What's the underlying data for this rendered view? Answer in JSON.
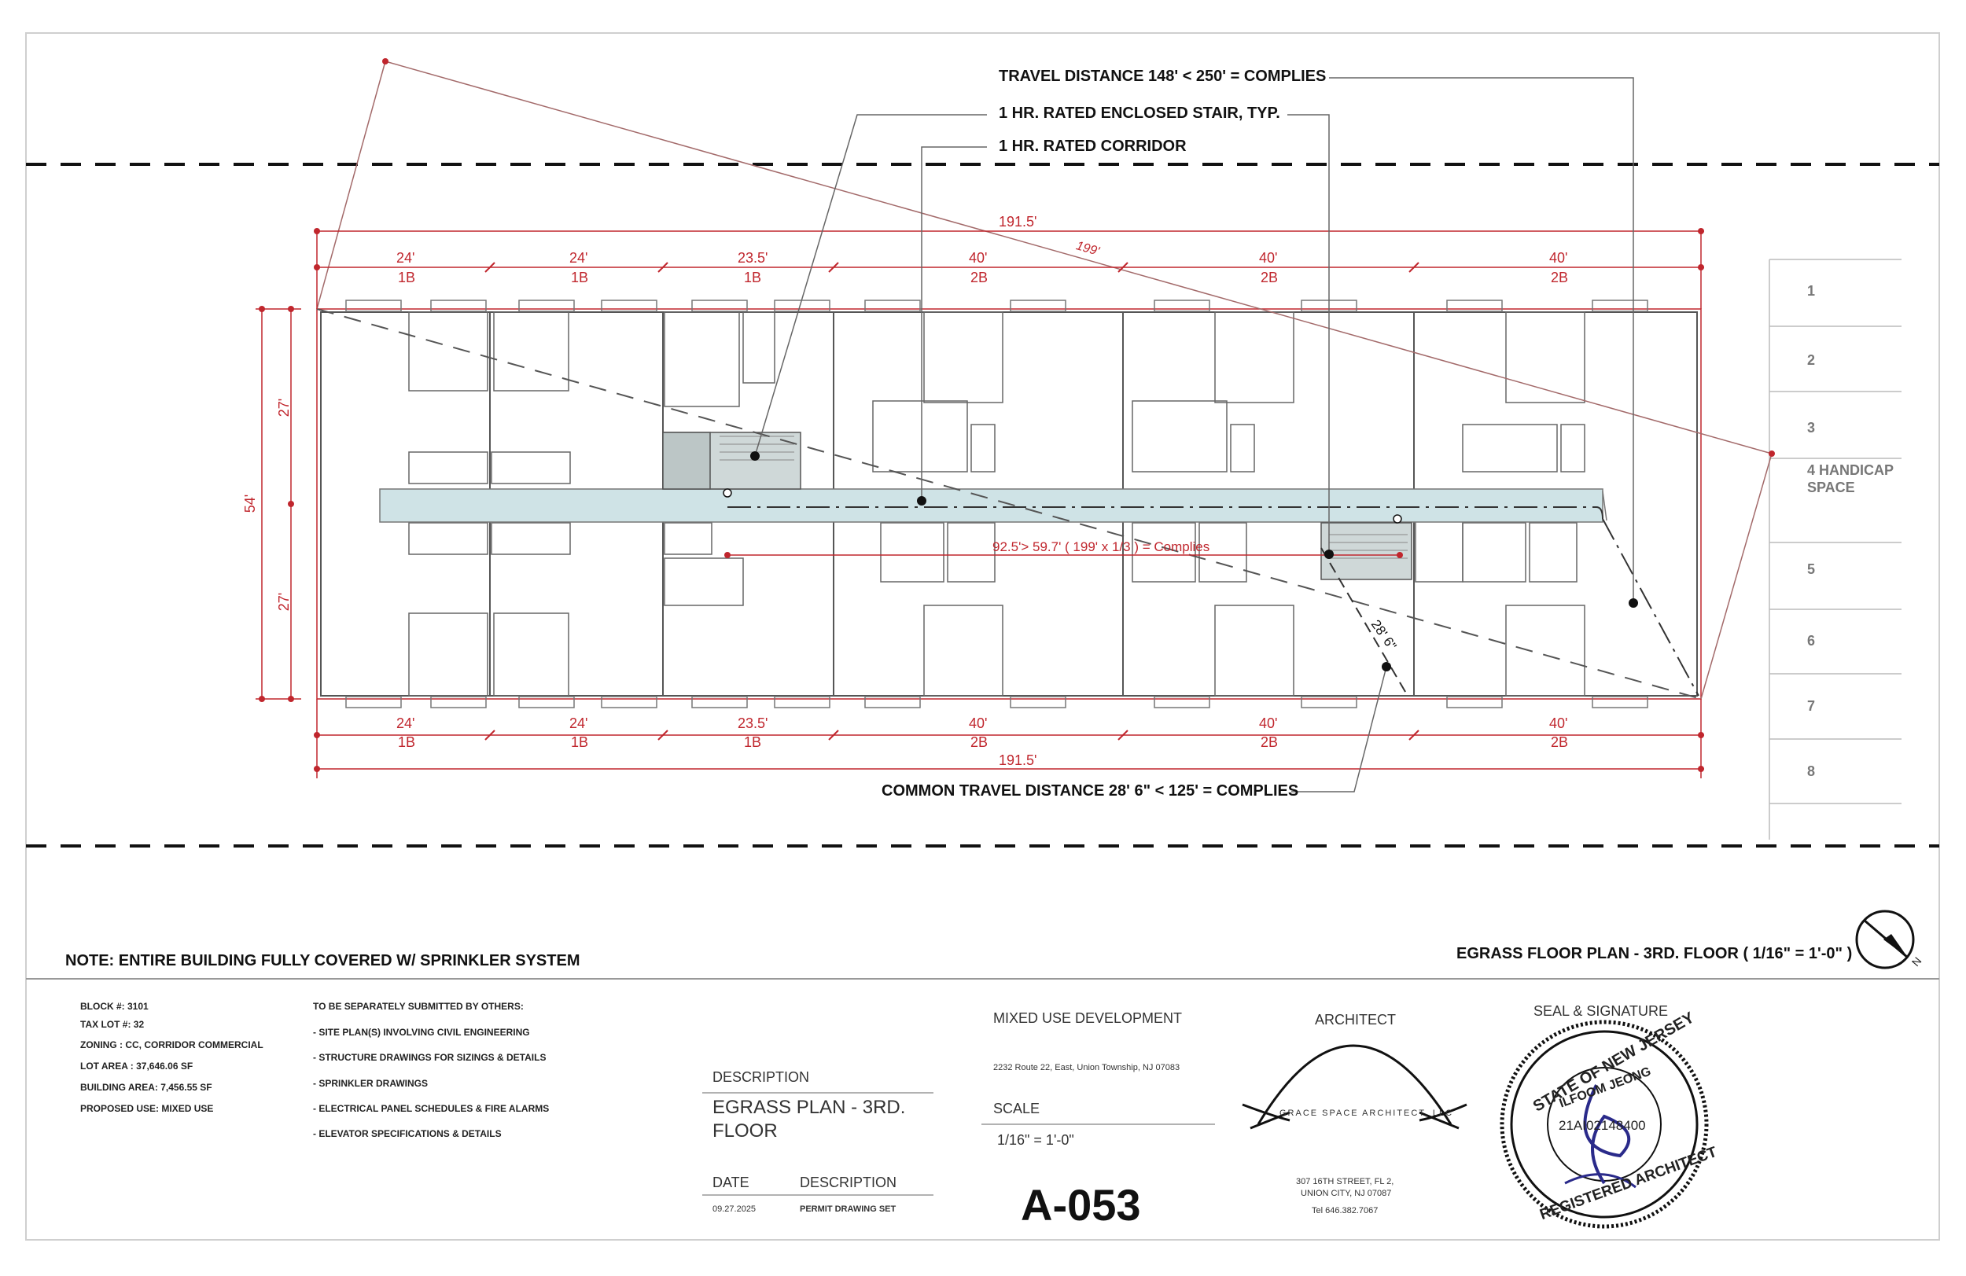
{
  "callouts": {
    "travel_distance": "TRAVEL DISTANCE 148' < 250' = COMPLIES",
    "enclosed_stair": "1 HR. RATED ENCLOSED STAIR, TYP.",
    "rated_corridor": "1 HR. RATED CORRIDOR",
    "common_travel": "COMMON TRAVEL DISTANCE 28' 6\" < 125' = COMPLIES"
  },
  "dimensions": {
    "overall_length": "191.5'",
    "diagonal": "199'",
    "overall_width": "54'",
    "half_width": "27'",
    "separation_check": "92.5'> 59.7' ( 199' x  1/3 ) = Complies",
    "common_path": "28' 6\"",
    "bays_top": [
      {
        "dim": "24'",
        "unit": "1B"
      },
      {
        "dim": "24'",
        "unit": "1B"
      },
      {
        "dim": "23.5'",
        "unit": "1B"
      },
      {
        "dim": "40'",
        "unit": "2B"
      },
      {
        "dim": "40'",
        "unit": "2B"
      },
      {
        "dim": "40'",
        "unit": "2B"
      }
    ],
    "bays_bottom": [
      {
        "dim": "24'",
        "unit": "1B"
      },
      {
        "dim": "24'",
        "unit": "1B"
      },
      {
        "dim": "23.5'",
        "unit": "1B"
      },
      {
        "dim": "40'",
        "unit": "2B"
      },
      {
        "dim": "40'",
        "unit": "2B"
      },
      {
        "dim": "40'",
        "unit": "2B"
      }
    ]
  },
  "parking": [
    "1",
    "2",
    "3",
    "4 HANDICAP",
    "SPACE",
    "5",
    "6",
    "7",
    "8"
  ],
  "notes": {
    "sprinkler": "NOTE: ENTIRE BUILDING FULLY COVERED W/ SPRINKLER SYSTEM",
    "plan_title": "EGRASS FLOOR PLAN - 3RD. FLOOR ( 1/16\" = 1'-0\" )",
    "north": "N"
  },
  "project_info": [
    "BLOCK #:  3101",
    "TAX LOT #: 32",
    "ZONING : CC, CORRIDOR COMMERCIAL",
    "LOT AREA : 37,646.06 SF",
    "BUILDING AREA: 7,456.55 SF",
    "PROPOSED USE: MIXED USE"
  ],
  "submittals": {
    "heading": "TO BE SEPARATELY SUBMITTED BY OTHERS:",
    "items": [
      "- SITE PLAN(S) INVOLVING CIVIL ENGINEERING",
      "- STRUCTURE DRAWINGS FOR SIZINGS & DETAILS",
      "- SPRINKLER DRAWINGS",
      "- ELECTRICAL PANEL  SCHEDULES & FIRE ALARMS",
      "- ELEVATOR SPECIFICATIONS & DETAILS"
    ]
  },
  "title_block": {
    "description_label": "DESCRIPTION",
    "description_line1": "EGRASS PLAN - 3RD.",
    "description_line2": "FLOOR",
    "date_label": "DATE",
    "desc_label2": "DESCRIPTION",
    "date_value": "09.27.2025",
    "desc_value": "PERMIT DRAWING SET",
    "project": "MIXED USE DEVELOPMENT",
    "address": "2232 Route 22, East, Union Township, NJ 07083",
    "scale_label": "SCALE",
    "scale_value": "1/16\" = 1'-0\"",
    "sheet_number": "A-053",
    "architect_label": "ARCHITECT",
    "firm": "GRACE SPACE ARCHITECT, LLC",
    "firm_address1": "307 16TH STREET, FL 2,",
    "firm_address2": "UNION CITY, NJ 07087",
    "firm_tel": "Tel 646.382.7067",
    "seal_label": "SEAL & SIGNATURE",
    "seal_top": "STATE OF NEW JERSEY",
    "seal_name": "ILFOOM JEONG",
    "seal_license": "21AI02148400",
    "seal_bottom": "REGISTERED ARCHITECT"
  },
  "colors": {
    "dimension": "#c0262d",
    "corridor": "#cfe3e6",
    "stair": "#cfd8d8",
    "plan_line": "#555555",
    "leader": "#666666",
    "seal": "#2a2a8a"
  }
}
